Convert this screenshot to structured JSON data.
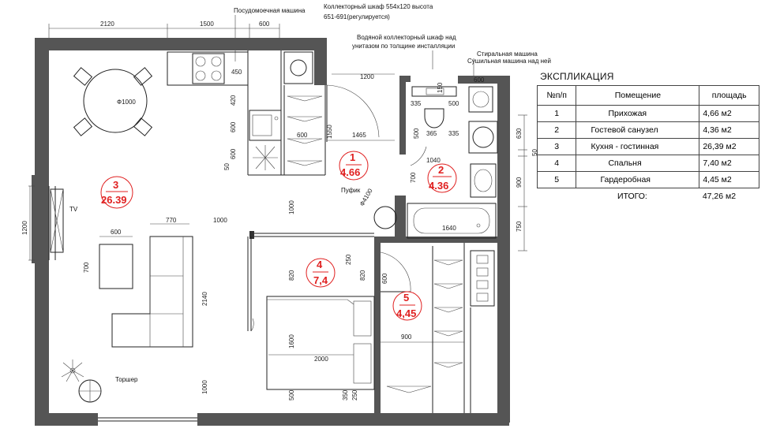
{
  "annotations": {
    "dishwasher": "Посудомоечная машина",
    "collector1_line1": "Коллекторный шкаф 554х120 высота",
    "collector1_line2": "651-691(регулируется)",
    "collector2_line1": "Водяной коллекторный шкаф над",
    "collector2_line2": "унитазом по толщине инсталляции",
    "washer_line1": "Стиральная машина",
    "washer_line2": "Сушильная машина над ней",
    "tv": "TV",
    "pouf": "Пуфик",
    "floor_lamp": "Торшер"
  },
  "dimensions": {
    "top_2120": "2120",
    "top_1500": "1500",
    "top_600": "600",
    "d450": "450",
    "d420": "420",
    "d600a": "600",
    "d600b": "600",
    "d50a": "50",
    "d600c": "600",
    "d1550": "1550",
    "d1200a": "1200",
    "d1465": "1465",
    "d150": "150",
    "d335a": "335",
    "d500a": "500",
    "d500b": "500",
    "d365": "365",
    "d335b": "335",
    "d1040": "1040",
    "d700a": "700",
    "d600top": "600",
    "d630": "630",
    "d50b": "50",
    "d900a": "900",
    "d750": "750",
    "d_phi4100": "Ф4100",
    "d1640": "1640",
    "d_phi1000": "Ф1000",
    "d1200left": "1200",
    "d600sofa": "600",
    "d700sofa": "700",
    "d770": "770",
    "d1000a": "1000",
    "d1000b": "1000",
    "d2140": "2140",
    "d1000c": "1000",
    "d820a": "820",
    "d820b": "820",
    "d250a": "250",
    "d250b": "250",
    "d600d": "600",
    "d1600": "1600",
    "d2000": "2000",
    "d900b": "900",
    "d500c": "500",
    "d350": "350"
  },
  "rooms": [
    {
      "num": "1",
      "area": "4.66"
    },
    {
      "num": "2",
      "area": "4.36"
    },
    {
      "num": "3",
      "area": "26.39"
    },
    {
      "num": "4",
      "area": "7,4"
    },
    {
      "num": "5",
      "area": "4,45"
    }
  ],
  "explication": {
    "title": "ЭКСПЛИКАЦИЯ",
    "headers": [
      "№п/п",
      "Помещение",
      "площадь"
    ],
    "rows": [
      {
        "n": "1",
        "name": "Прихожая",
        "area": "4,66 м2"
      },
      {
        "n": "2",
        "name": "Гостевой санузел",
        "area": "4,36 м2"
      },
      {
        "n": "3",
        "name": "Кухня - гостинная",
        "area": "26,39 м2"
      },
      {
        "n": "4",
        "name": "Спальня",
        "area": "7,40 м2"
      },
      {
        "n": "5",
        "name": "Гардеробная",
        "area": "4,45 м2"
      }
    ],
    "total_label": "ИТОГО:",
    "total_value": "47,26 м2"
  }
}
